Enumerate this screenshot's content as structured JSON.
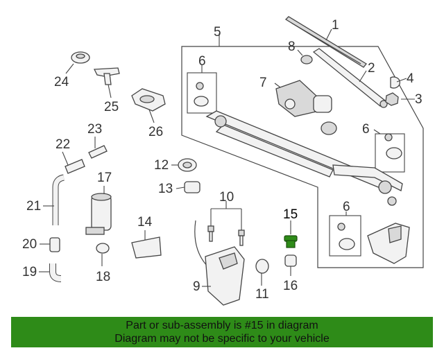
{
  "callouts": [
    {
      "id": "c1",
      "label": "1"
    },
    {
      "id": "c2",
      "label": "2"
    },
    {
      "id": "c3",
      "label": "3"
    },
    {
      "id": "c4",
      "label": "4"
    },
    {
      "id": "c5",
      "label": "5"
    },
    {
      "id": "c6a",
      "label": "6"
    },
    {
      "id": "c6b",
      "label": "6"
    },
    {
      "id": "c6c",
      "label": "6"
    },
    {
      "id": "c7",
      "label": "7"
    },
    {
      "id": "c8",
      "label": "8"
    },
    {
      "id": "c9",
      "label": "9"
    },
    {
      "id": "c10",
      "label": "10"
    },
    {
      "id": "c11",
      "label": "11"
    },
    {
      "id": "c12",
      "label": "12"
    },
    {
      "id": "c13",
      "label": "13"
    },
    {
      "id": "c14",
      "label": "14"
    },
    {
      "id": "c15",
      "label": "15"
    },
    {
      "id": "c16",
      "label": "16"
    },
    {
      "id": "c17",
      "label": "17"
    },
    {
      "id": "c18",
      "label": "18"
    },
    {
      "id": "c19",
      "label": "19"
    },
    {
      "id": "c20",
      "label": "20"
    },
    {
      "id": "c21",
      "label": "21"
    },
    {
      "id": "c22",
      "label": "22"
    },
    {
      "id": "c23",
      "label": "23"
    },
    {
      "id": "c24",
      "label": "24"
    },
    {
      "id": "c25",
      "label": "25"
    },
    {
      "id": "c26",
      "label": "26"
    }
  ],
  "highlight_part": "15",
  "colors": {
    "banner": "#2e8b18",
    "highlight": "#2e8b18",
    "ink": "#444444"
  },
  "banner": {
    "line1": "Part or sub-assembly is #15 in diagram",
    "line2": "Diagram may not be specific to your vehicle"
  }
}
